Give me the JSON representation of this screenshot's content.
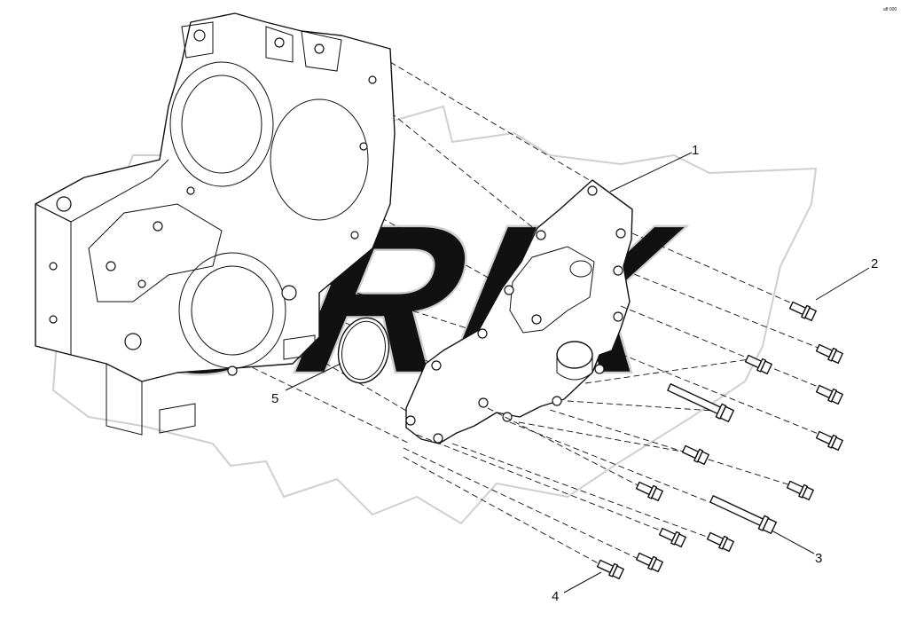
{
  "diagram": {
    "watermark_text": "ORIX",
    "corner_mark": "aff 000",
    "callouts": [
      {
        "id": "1",
        "label": "1"
      },
      {
        "id": "2",
        "label": "2"
      },
      {
        "id": "3",
        "label": "3"
      },
      {
        "id": "4",
        "label": "4"
      },
      {
        "id": "5",
        "label": "5"
      }
    ],
    "parts": [
      {
        "callout": "1",
        "name": "cover-plate"
      },
      {
        "callout": "2",
        "name": "flange-bolt"
      },
      {
        "callout": "3",
        "name": "long-bolt"
      },
      {
        "callout": "4",
        "name": "flange-bolt-short"
      },
      {
        "callout": "5",
        "name": "o-ring"
      }
    ],
    "colors": {
      "line": "#111111",
      "watermark": "#cfcfcf",
      "background": "#ffffff"
    }
  }
}
